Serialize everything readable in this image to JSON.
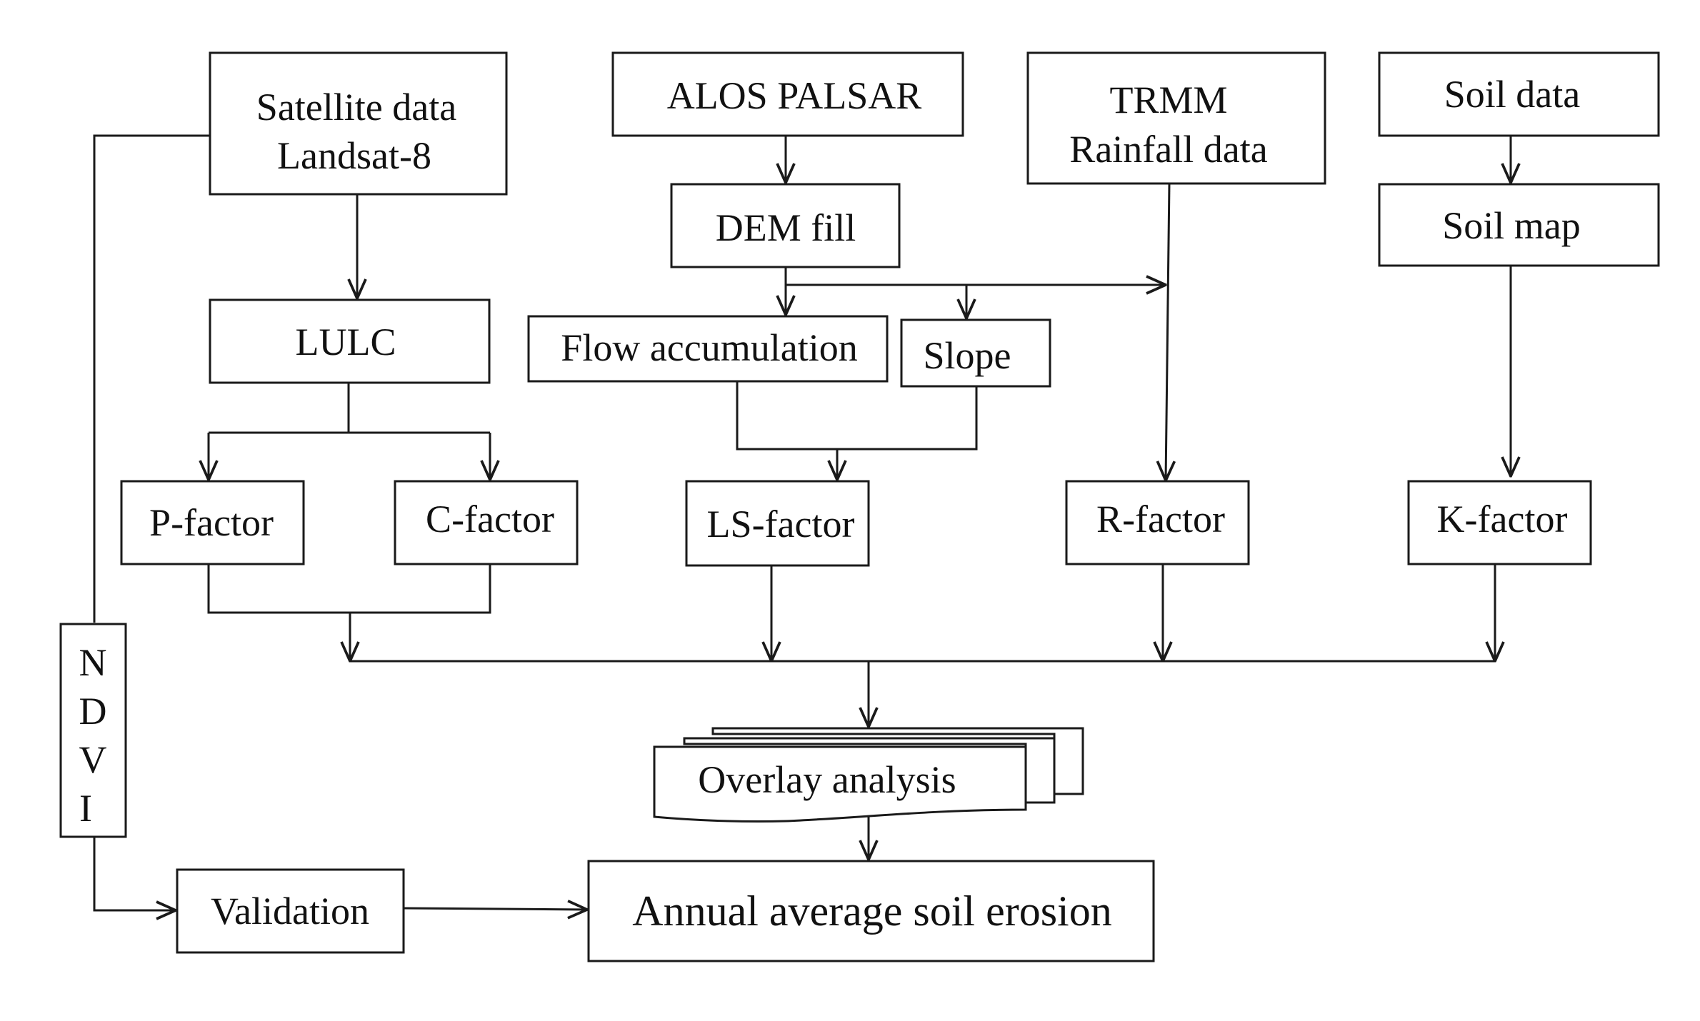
{
  "nodes": {
    "satellite": {
      "line1": "Satellite data",
      "line2": "Landsat-8"
    },
    "alos": {
      "label": "ALOS  PALSAR"
    },
    "trmm": {
      "line1": "TRMM",
      "line2": "Rainfall  data"
    },
    "soil_data": {
      "label": "Soil data"
    },
    "dem_fill": {
      "label": "DEM fill"
    },
    "soil_map": {
      "label": "Soil map"
    },
    "lulc": {
      "label": "LULC"
    },
    "flow_acc": {
      "label": "Flow accumulation"
    },
    "slope": {
      "label": "Slope"
    },
    "p_factor": {
      "label": "P-factor"
    },
    "c_factor": {
      "label": "C-factor"
    },
    "ls_factor": {
      "label": "LS-factor"
    },
    "r_factor": {
      "label": "R-factor"
    },
    "k_factor": {
      "label": "K-factor"
    },
    "ndvi": {
      "letters": [
        "N",
        "D",
        "V",
        "I"
      ]
    },
    "overlay": {
      "label": "Overlay  analysis"
    },
    "validation": {
      "label": "Validation"
    },
    "erosion": {
      "label": "Annual  average  soil erosion"
    }
  },
  "colors": {
    "stroke": "#1a1a1a",
    "text": "#111111",
    "background": "#ffffff"
  }
}
